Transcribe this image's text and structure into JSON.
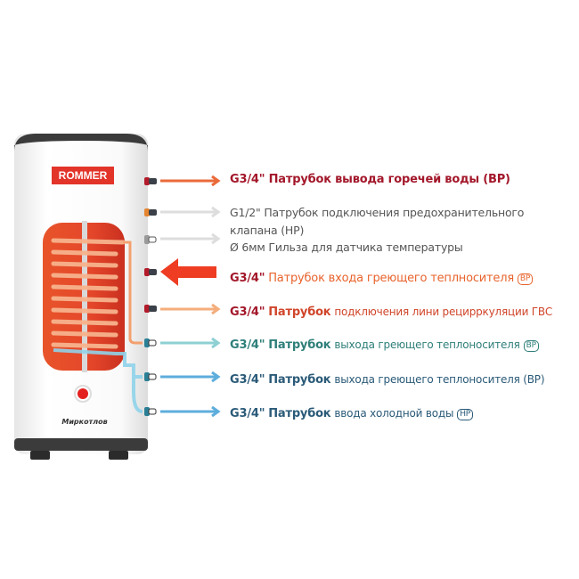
{
  "tank": {
    "logo": "ROMMER",
    "brand": "Миркотлов"
  },
  "colors": {
    "dark_red": "#a3172a",
    "orange": "#e8632c",
    "gray": "#555555",
    "teal": "#2f7f7a",
    "blue": "#2a5a78"
  },
  "connections": [
    {
      "size": "G3/4\"",
      "text": "Патрубок вывода горечей воды (ВР)"
    },
    {
      "size": "G1/2\"",
      "text": "Патрубок подключения предохранительного",
      "text2": "клапана (НР)"
    },
    {
      "size": "Ø 6мм",
      "text": "Гильза для датчика температуры"
    },
    {
      "size": "G3/4\"",
      "text": "Патрубок входа греющего теплносителя",
      "badge": "ВР"
    },
    {
      "size": "G3/4\"",
      "bold": "Патрубок",
      "text": "подключения лини рецирркуляции ГВС"
    },
    {
      "size": "G3/4\"",
      "bold": "Патрубок",
      "text": "выхода греющего теплоносителя",
      "badge": "ВР"
    },
    {
      "size": "G3/4\"",
      "bold": "Патрубок",
      "text": "выхода греющего теплоносителя (ВР)"
    },
    {
      "size": "G3/4\"",
      "bold": "Патрубок",
      "text": "ввода холодной воды",
      "badge": "НР"
    }
  ]
}
